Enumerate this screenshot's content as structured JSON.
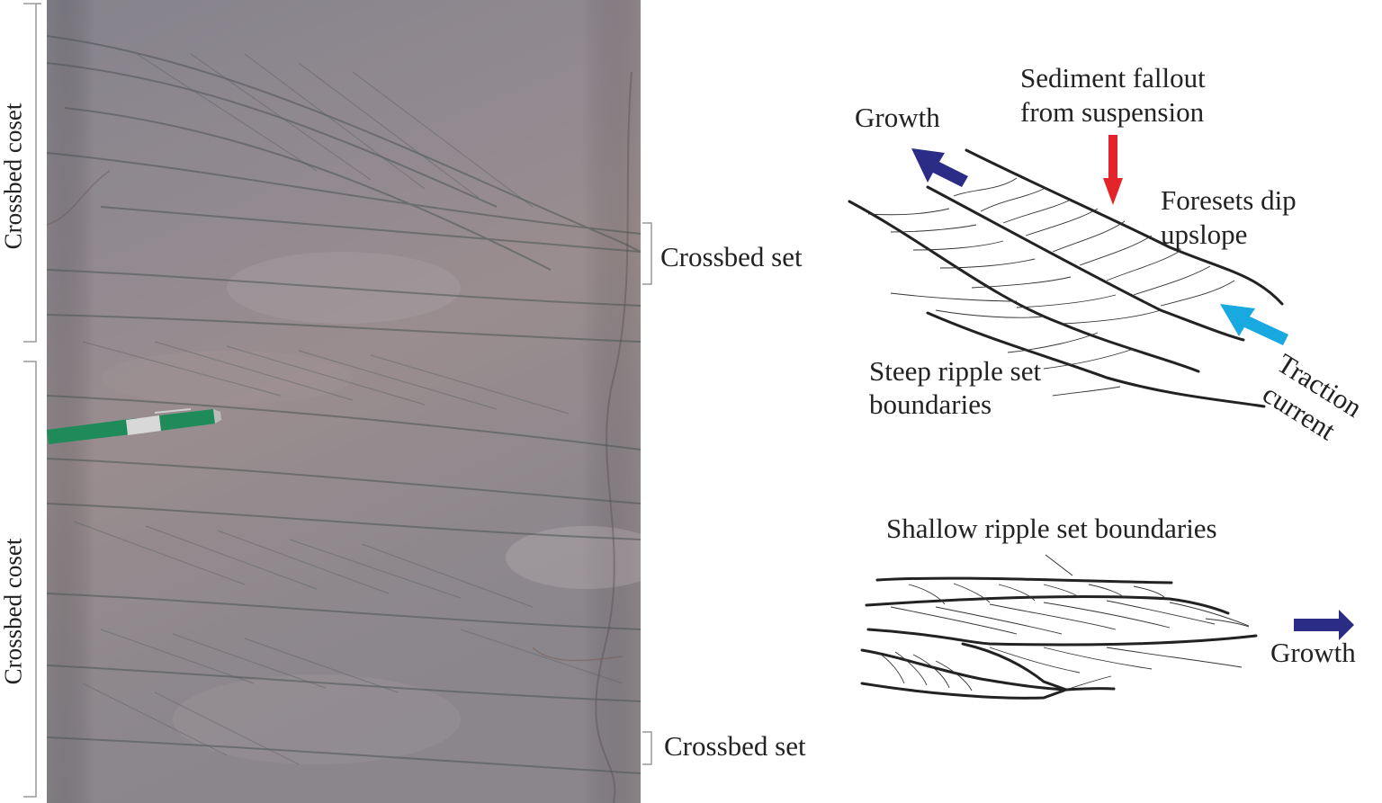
{
  "photo": {
    "description_icon": "outcrop-photo-icon",
    "scale_object": "pen-icon",
    "colors": {
      "rock_base": "#8f8a91",
      "rock_dark": "#5c6260",
      "rock_pink": "#a08a8a",
      "pen": "#1f8a5a"
    }
  },
  "left_labels": {
    "coset_top": "Crossbed coset",
    "coset_bottom": "Crossbed coset"
  },
  "right_labels": {
    "set_top": "Crossbed set",
    "set_bottom": "Crossbed set"
  },
  "steep_diagram": {
    "growth": "Growth",
    "sediment_line1": "Sediment fallout",
    "sediment_line2": "from suspension",
    "foresets_line1": "Foresets dip",
    "foresets_line2": "upslope",
    "steep_line1": "Steep ripple set",
    "steep_line2": "boundaries",
    "traction_line1": "Traction",
    "traction_line2": "current",
    "colors": {
      "growth_arrow": "#2b2c86",
      "fallout_arrow": "#e3242b",
      "traction_arrow": "#19a9e1"
    }
  },
  "shallow_diagram": {
    "title": "Shallow ripple set boundaries",
    "growth": "Growth",
    "colors": {
      "growth_arrow": "#2b2c86"
    }
  }
}
